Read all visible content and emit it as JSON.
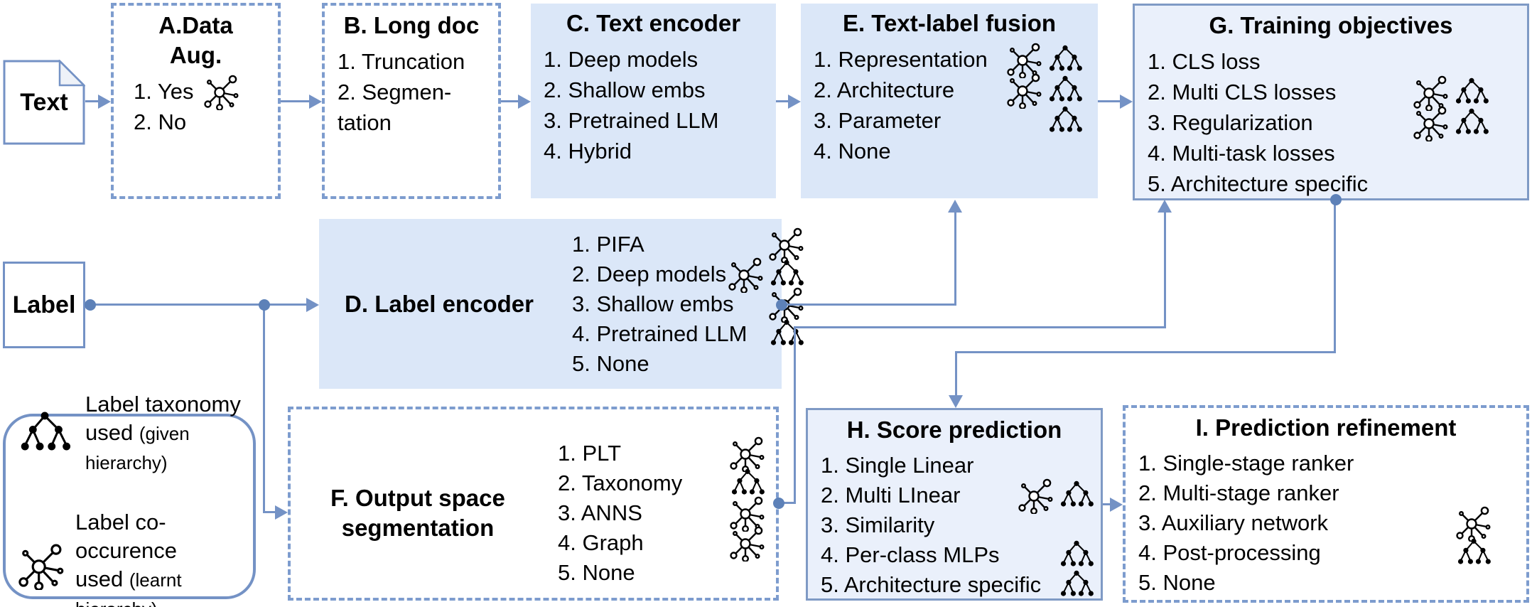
{
  "palette": {
    "line_blue": "#7492c5",
    "fill_blue": "#dbe7f8",
    "fill_pale": "#eaf0fb",
    "dash_blue": "#7d9cce",
    "dot_blue": "#5d81b8"
  },
  "inputs": {
    "text": {
      "label": "Text"
    },
    "label": {
      "label": "Label"
    }
  },
  "nodes": {
    "A": {
      "title_lines": [
        "A.Data",
        "Aug."
      ],
      "items": [
        {
          "text": "1. Yes",
          "icons": [
            "cooc"
          ]
        },
        {
          "text": "2. No"
        }
      ]
    },
    "B": {
      "title": "B. Long doc",
      "items": [
        {
          "text": "1. Truncation"
        },
        {
          "text": "2. Segmen-"
        },
        {
          "text": "tation"
        }
      ]
    },
    "C": {
      "title": "C. Text encoder",
      "items": [
        {
          "text": "1. Deep models"
        },
        {
          "text": "2. Shallow embs"
        },
        {
          "text": "3. Pretrained LLM"
        },
        {
          "text": "4. Hybrid"
        }
      ]
    },
    "D": {
      "title": "D. Label encoder",
      "items": [
        {
          "text": "1. PIFA",
          "icons": [
            "cooc"
          ]
        },
        {
          "text": "2. Deep models",
          "icons": [
            "cooc",
            "tax"
          ]
        },
        {
          "text": "3. Shallow embs",
          "icons": [
            "cooc"
          ]
        },
        {
          "text": "4. Pretrained LLM",
          "icons": [
            "tax"
          ]
        },
        {
          "text": "5. None"
        }
      ]
    },
    "E": {
      "title": "E. Text-label fusion",
      "items": [
        {
          "text": "1. Representation",
          "icons": [
            "cooc",
            "tax"
          ]
        },
        {
          "text": "2. Architecture",
          "icons": [
            "cooc",
            "tax"
          ]
        },
        {
          "text": "3. Parameter",
          "icons": [
            "tax"
          ]
        },
        {
          "text": "4. None"
        }
      ]
    },
    "F": {
      "title_lines": [
        "F. Output space",
        "segmentation"
      ],
      "items": [
        {
          "text": "1. PLT",
          "icons": [
            "cooc"
          ]
        },
        {
          "text": "2. Taxonomy",
          "icons": [
            "tax"
          ]
        },
        {
          "text": "3. ANNS",
          "icons": [
            "cooc"
          ]
        },
        {
          "text": "4. Graph",
          "icons": [
            "cooc"
          ]
        },
        {
          "text": "5. None"
        }
      ]
    },
    "G": {
      "title": "G. Training objectives",
      "items": [
        {
          "text": "1. CLS loss"
        },
        {
          "text": "2. Multi CLS losses",
          "icons": [
            "cooc",
            "tax"
          ]
        },
        {
          "text": "3. Regularization",
          "icons": [
            "cooc",
            "tax"
          ]
        },
        {
          "text": "4. Multi-task losses"
        },
        {
          "text": "5. Architecture specific"
        }
      ]
    },
    "H": {
      "title": "H. Score prediction",
      "items": [
        {
          "text": "1. Single Linear"
        },
        {
          "text": "2. Multi LInear",
          "icons": [
            "cooc",
            "tax"
          ]
        },
        {
          "text": "3. Similarity"
        },
        {
          "text": "4. Per-class MLPs",
          "icons": [
            "tax"
          ]
        },
        {
          "text": "5. Architecture specific",
          "icons": [
            "tax"
          ]
        }
      ]
    },
    "I": {
      "title": "I. Prediction refinement",
      "items": [
        {
          "text": "1. Single-stage ranker"
        },
        {
          "text": "2. Multi-stage ranker"
        },
        {
          "text": "3. Auxiliary network",
          "icons": [
            "cooc"
          ]
        },
        {
          "text": "4. Post-processing",
          "icons": [
            "tax"
          ]
        },
        {
          "text": "5. None"
        }
      ]
    }
  },
  "legend": {
    "rows": [
      {
        "icon": "tax",
        "line1": "Label taxonomy",
        "line2_main": "used",
        "line2_paren": "(given hierarchy)"
      },
      {
        "icon": "cooc",
        "line1": "Label co-occurence",
        "line2_main": "used",
        "line2_paren": "(learnt hierarchy)"
      }
    ]
  }
}
